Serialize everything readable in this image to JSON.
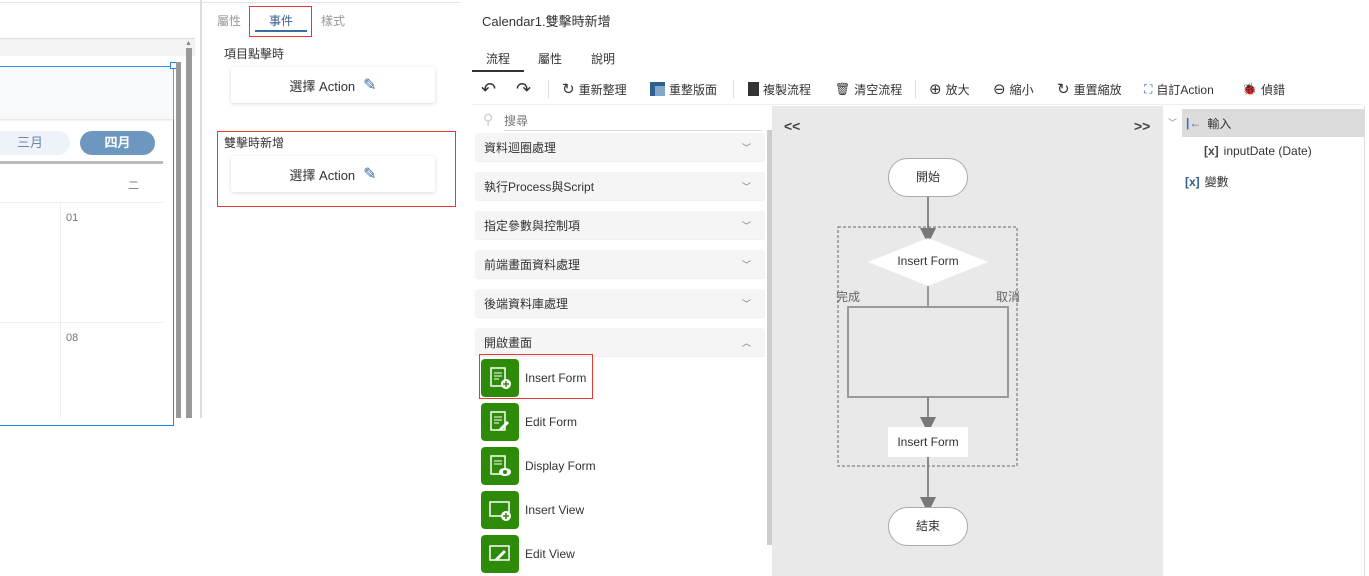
{
  "calendar": {
    "months": [
      "三月",
      "四月"
    ],
    "weekday": "二",
    "dates": [
      "01",
      "08"
    ]
  },
  "props": {
    "tabs": [
      "屬性",
      "事件",
      "樣式"
    ],
    "active_tab": "事件",
    "events": [
      {
        "label": "項目點擊時",
        "action": "選擇 Action"
      },
      {
        "label": "雙擊時新增",
        "action": "選擇 Action"
      }
    ]
  },
  "dialog": {
    "title": "Calendar1.雙擊時新增",
    "tabs": [
      "流程",
      "屬性",
      "說明"
    ],
    "toolbar": {
      "refresh": "重新整理",
      "relayout": "重整版面",
      "copy": "複製流程",
      "clear": "清空流程",
      "zoom_in": "放大",
      "zoom_out": "縮小",
      "reset_zoom": "重置縮放",
      "custom": "自訂Action",
      "debug": "偵錯"
    },
    "search_placeholder": "搜尋",
    "categories": [
      "資料迴圈處理",
      "執行Process與Script",
      "指定參數與控制項",
      "前端畫面資料處理",
      "後端資料庫處理",
      "開啟畫面"
    ],
    "actions": [
      "Insert Form",
      "Edit Form",
      "Display Form",
      "Insert View",
      "Edit View"
    ],
    "flow": {
      "start": "開始",
      "decision": "Insert Form",
      "done": "完成",
      "cancel": "取消",
      "step": "Insert Form",
      "end": "結束",
      "collapse_left": "<<",
      "collapse_right": ">>"
    },
    "tree": {
      "input": "輸入",
      "param": "inputDate (Date)",
      "vars": "變數"
    }
  },
  "colors": {
    "accent": "#3a6ea5",
    "green": "#2e8b0a",
    "red": "#e53935"
  }
}
